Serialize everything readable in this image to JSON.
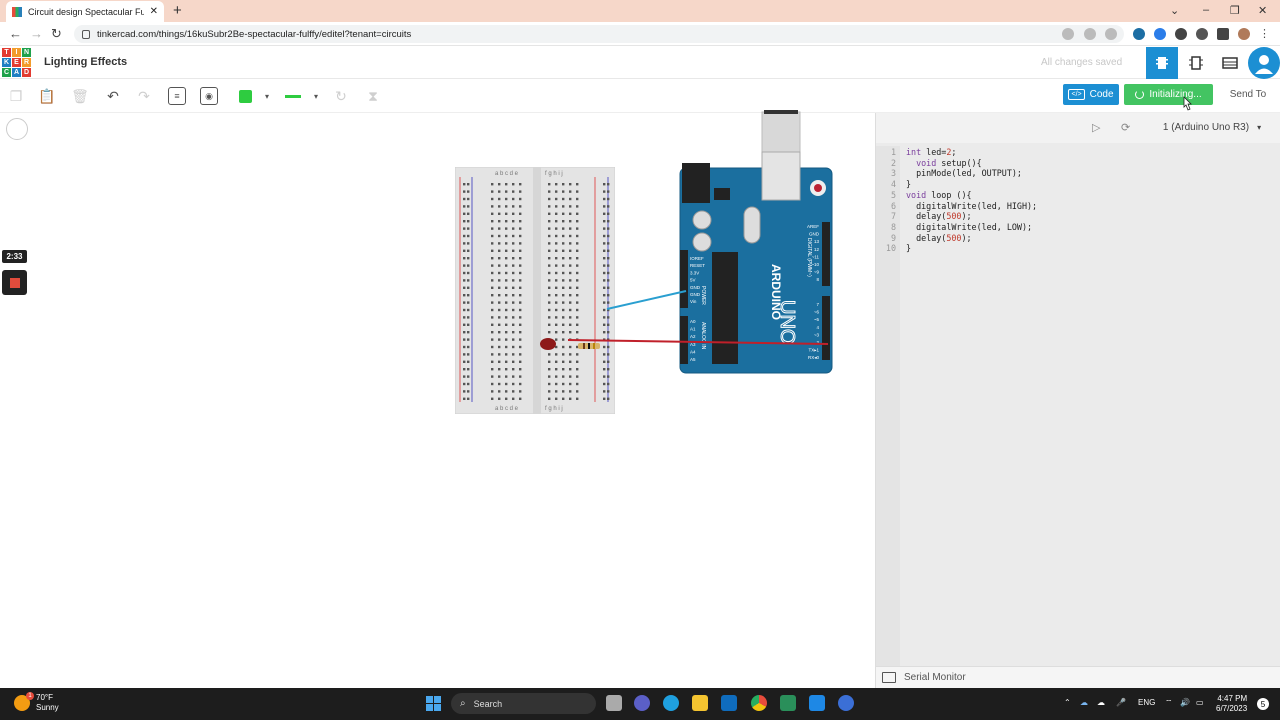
{
  "browser": {
    "tab_title": "Circuit design Spectacular Fulffy",
    "url": "tinkercad.com/things/16kuSubr2Be-spectacular-fulffy/editel?tenant=circuits"
  },
  "app": {
    "logo_letters": [
      "TIN",
      "KER",
      "CAD"
    ],
    "project_name": "Lighting Effects",
    "save_status": "All changes saved"
  },
  "toolbar": {
    "code_label": "Code",
    "start_sim_label": "Initializing...",
    "send_to_label": "Send To",
    "fill_color": "#2ecc40"
  },
  "recorder": {
    "elapsed": "2:33"
  },
  "code_panel": {
    "device": "1 (Arduino Uno R3)",
    "lines": [
      "int led=2;",
      "  void setup(){",
      "  pinMode(led, OUTPUT);",
      "}",
      "void loop (){",
      "  digitalWrite(led, HIGH);",
      "  delay(500);",
      "  digitalWrite(led, LOW);",
      "  delay(500);",
      "}"
    ],
    "serial_monitor_label": "Serial Monitor"
  },
  "breadboard": {
    "columns_label": "a b c d e",
    "columns_label_right": "f g h i j"
  },
  "arduino": {
    "board_label": "UNO",
    "pin_labels_top": [
      "AREF",
      "GND",
      "13",
      "12",
      "~11",
      "~10",
      "~9",
      "8"
    ],
    "pin_labels_bottom": [
      "7",
      "~6",
      "~5",
      "4",
      "~3",
      "2",
      "TX▸1",
      "RX◂0"
    ],
    "power_labels": [
      "IOREF",
      "RESET",
      "3.3V",
      "5V",
      "GND",
      "GND",
      "Vin"
    ],
    "analog_labels": [
      "A0",
      "A1",
      "A2",
      "A3",
      "A4",
      "A5"
    ],
    "digital_caption": "DIGITAL (PWM~)",
    "power_caption": "POWER",
    "analog_caption": "ANALOG IN"
  },
  "taskbar": {
    "temperature": "70°F",
    "condition": "Sunny",
    "weather_badge": "1",
    "search_label": "Search",
    "language": "ENG",
    "time": "4:47 PM",
    "date": "6/7/2023",
    "notification_count": "5"
  }
}
